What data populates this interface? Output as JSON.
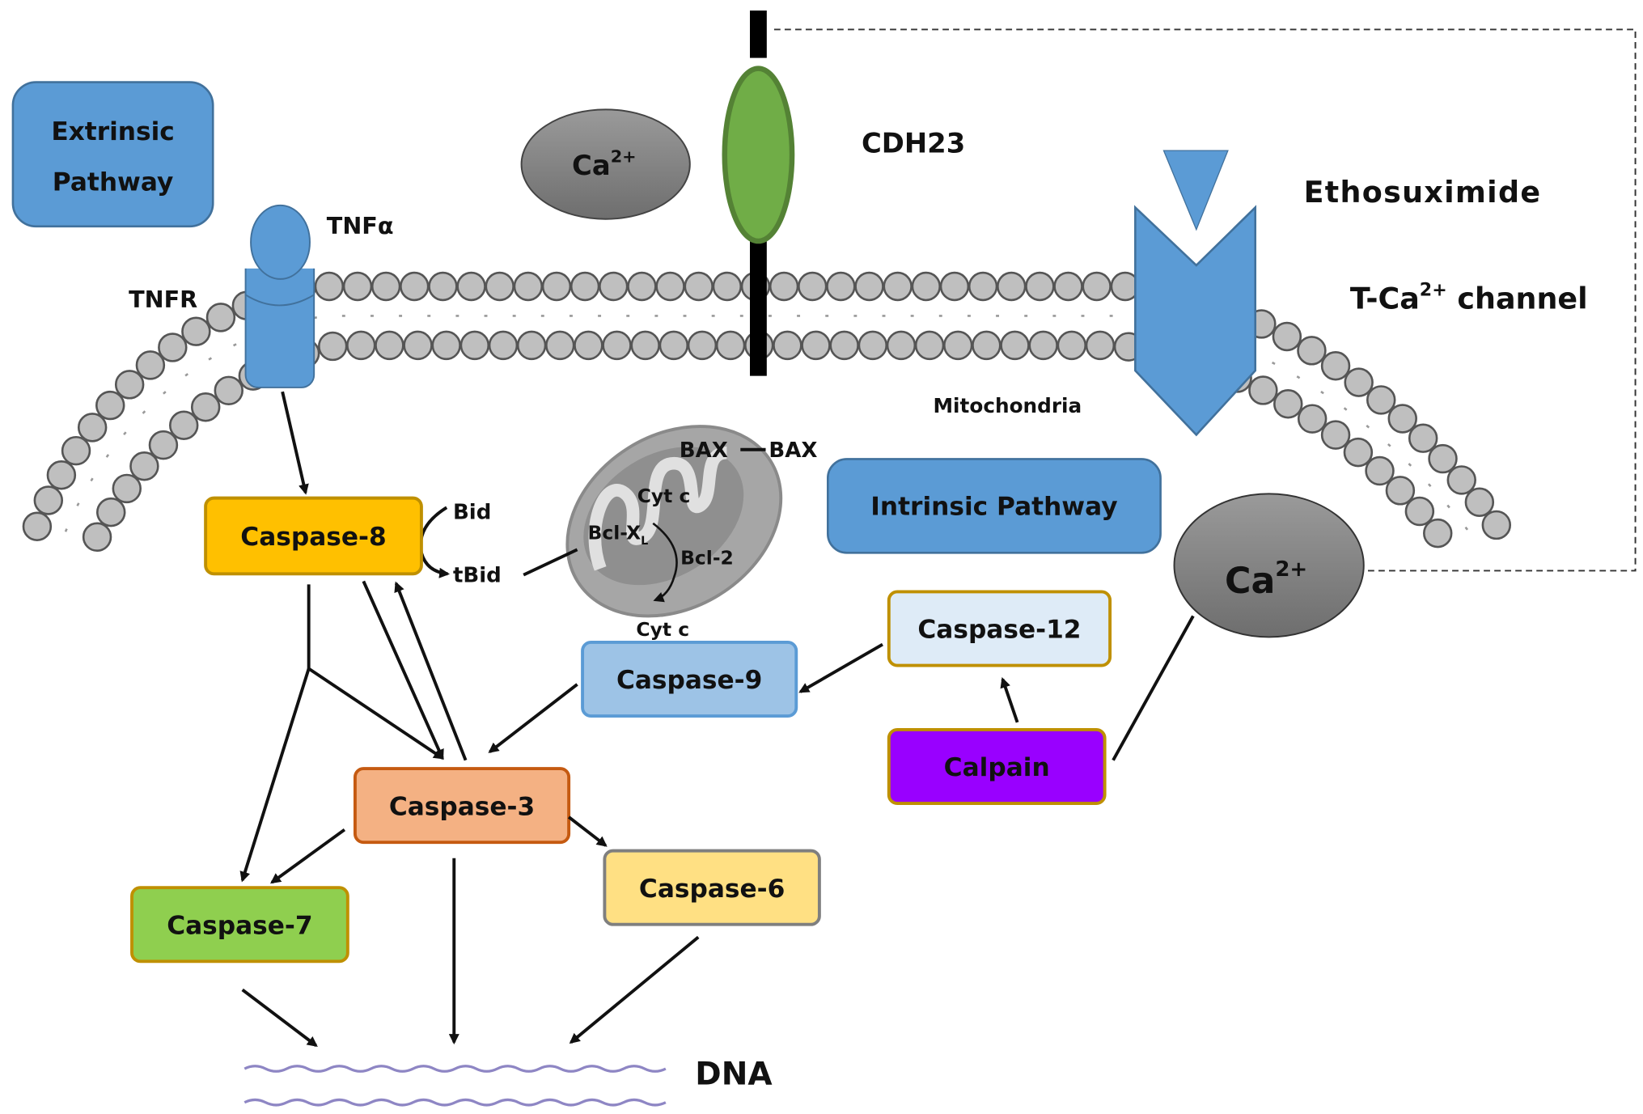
{
  "extrinsic": {
    "line1": "Extrinsic",
    "line2": "Pathway"
  },
  "intrinsic": "Intrinsic Pathway",
  "tnfa": "TNFα",
  "tnfr": "TNFR",
  "ca_top": {
    "base": "Ca",
    "sup": "2+"
  },
  "ca_right": {
    "base": "Ca",
    "sup": "2+"
  },
  "cdh23": "CDH23",
  "ethosuximide": "Ethosuximide",
  "tca_channel": {
    "prefix": "T-Ca",
    "sup": "2+",
    "suffix": " channel"
  },
  "mitochondria": "Mitochondria",
  "mito_labels": {
    "bax1": "BAX",
    "bax2": "BAX",
    "cytc_in": "Cyt c",
    "bclxl": "Bcl-X",
    "bclxl_sub": "L",
    "bcl2": "Bcl-2",
    "cytc_out": "Cyt c"
  },
  "bid": "Bid",
  "tbid": "tBid",
  "caspases": {
    "c8": "Caspase-8",
    "c9": "Caspase-9",
    "c12": "Caspase-12",
    "c3": "Caspase-3",
    "c6": "Caspase-6",
    "c7": "Caspase-7"
  },
  "calpain": "Calpain",
  "dna": "DNA",
  "colors": {
    "pathway_blue": "#5b9bd5",
    "caspase8": "#ffc000",
    "caspase9": "#9dc3e6",
    "caspase12": "#deebf7",
    "calpain": "#9900ff",
    "caspase3": "#f4b183",
    "caspase6": "#ffe083",
    "caspase7": "#8fcf4f",
    "cdh23": "#70ad47",
    "calcium": "#8c8c8c",
    "lipid": "#bfbfbf"
  }
}
